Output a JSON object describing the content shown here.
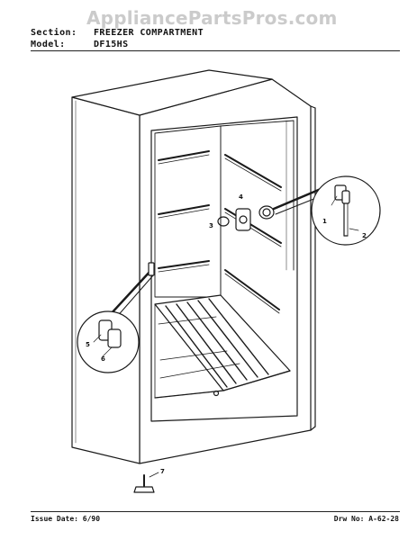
{
  "watermark": "AppliancePartsPros.com",
  "header": {
    "section_label": "Section:",
    "section_value": "FREEZER COMPARTMENT",
    "model_label": "Model:",
    "model_value": "DF15HS"
  },
  "callouts": [
    "1",
    "2",
    "3",
    "4",
    "5",
    "6",
    "7"
  ],
  "footer": {
    "issue_date": "Issue Date: 6/90",
    "drawing_no": "Drw No: A-62-28"
  }
}
